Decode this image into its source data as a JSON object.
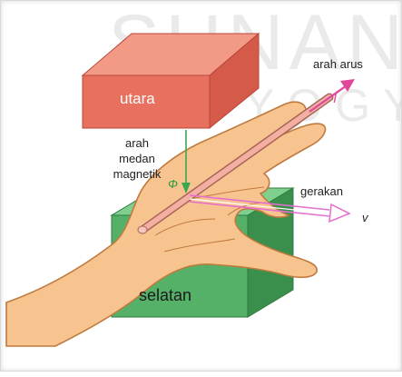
{
  "watermark": {
    "line1": "SUNAN",
    "line2": "YOGY"
  },
  "magnet": {
    "north_label": "utara",
    "south_label": "selatan"
  },
  "labels": {
    "field_line1": "arah",
    "field_line2": "medan",
    "field_line3": "magnetik",
    "flux_symbol": "Φ",
    "current_label": "arah arus",
    "current_symbol": "I",
    "motion_label": "gerakan",
    "velocity_symbol": "v"
  },
  "colors": {
    "north_pole": "#e8705f",
    "south_pole": "#4fa862",
    "skin": "#f7c48f",
    "skin_outline": "#c07a3e",
    "conductor": "#f3b0a2",
    "current_arrow": "#e0479b",
    "motion_arrow": "#e46fcf",
    "field_arrow": "#3aa84c"
  }
}
